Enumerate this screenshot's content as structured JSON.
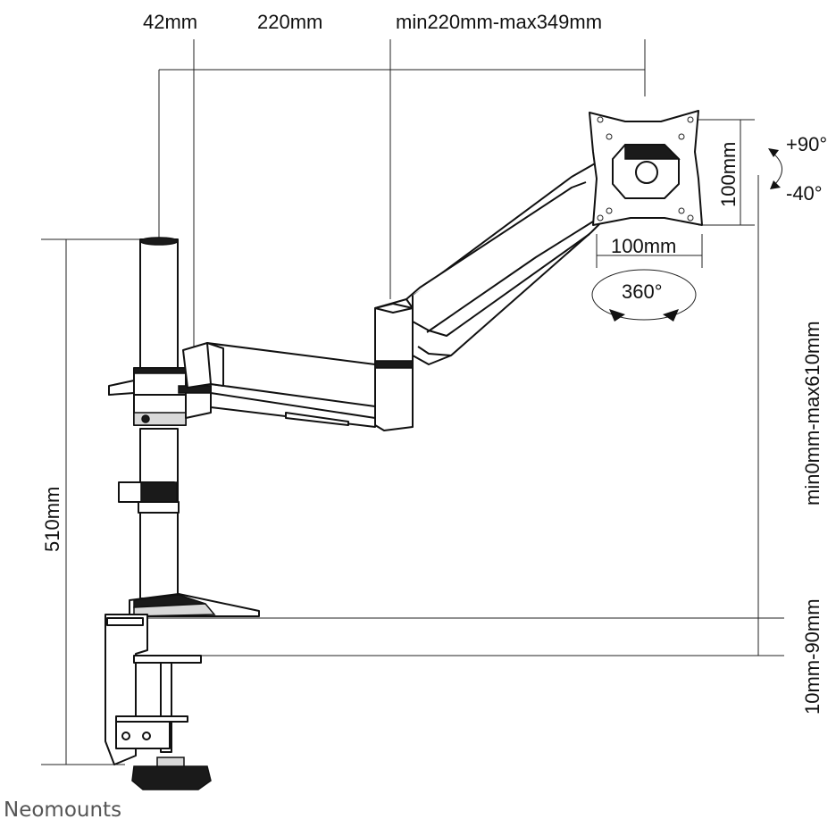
{
  "dimensions": {
    "clamp_offset": "42mm",
    "arm_segment": "220mm",
    "arm_extension": "min220mm-max349mm",
    "vesa_height": "100mm",
    "vesa_width": "100mm",
    "tilt_up": "+90°",
    "tilt_down": "-40°",
    "rotation": "360°",
    "pole_height": "510mm",
    "height_range": "min0mm-max610mm",
    "desk_thickness": "10mm-90mm"
  },
  "brand": {
    "name": "Neomounts"
  }
}
